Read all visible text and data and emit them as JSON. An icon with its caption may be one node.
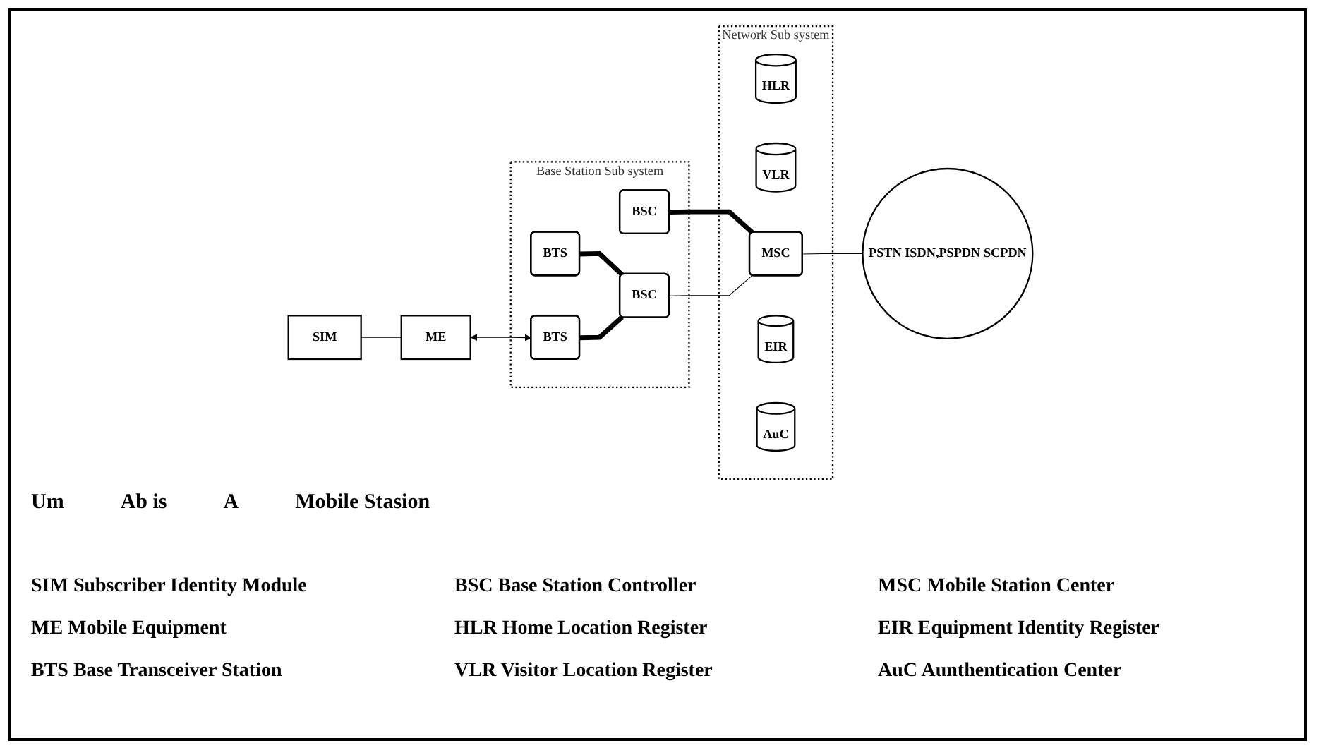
{
  "diagram": {
    "nodes": [
      {
        "text": [
          "SIM"
        ]
      },
      {
        "text": [
          "ME"
        ]
      },
      {
        "text": [
          "Base Station Sub system"
        ]
      },
      {
        "text": [
          "BSC"
        ],
        "in": 2
      },
      {
        "text": [
          "BTS"
        ],
        "in": 2
      },
      {
        "text": [
          "BTS"
        ],
        "in": 2
      },
      {
        "text": [
          "BSC"
        ],
        "in": 2
      },
      {
        "text": [
          "Network Sub system"
        ]
      },
      {
        "text": [
          "HLR"
        ],
        "in": 7
      },
      {
        "text": [
          "VLR"
        ],
        "in": 7
      },
      {
        "text": [
          "MSC"
        ],
        "in": 7
      },
      {
        "text": [
          "EIR"
        ],
        "in": 7
      },
      {
        "text": [
          "AuC"
        ],
        "in": 7
      },
      {
        "text": [
          "PSTN ISDN,PSPDN SCPDN"
        ]
      }
    ],
    "edges": [
      {
        "from": 0,
        "to": 1,
        "arrow": "none"
      },
      {
        "from": 1,
        "to": 5,
        "arrow": "both"
      },
      {
        "from": 4,
        "to": 6,
        "arrow": "none",
        "style": "thick"
      },
      {
        "from": 5,
        "to": 6,
        "arrow": "none",
        "style": "thick"
      },
      {
        "from": 3,
        "to": 10,
        "arrow": "none",
        "style": "thick"
      },
      {
        "from": 6,
        "to": 10,
        "arrow": "none"
      },
      {
        "from": 10,
        "to": 13,
        "arrow": "none"
      }
    ],
    "labels": [
      "Um",
      "Ab is",
      "A",
      "Mobile Stasion",
      "SIM Subscriber Identity Module",
      "BSC Base Station Controller",
      "MSC Mobile Station Center",
      "ME Mobile Equipment",
      "HLR Home Location Register",
      "EIR Equipment Identity Register",
      "BTS Base Transceiver Station",
      "VLR Visitor Location Register",
      "AuC Aunthentication Center"
    ]
  }
}
